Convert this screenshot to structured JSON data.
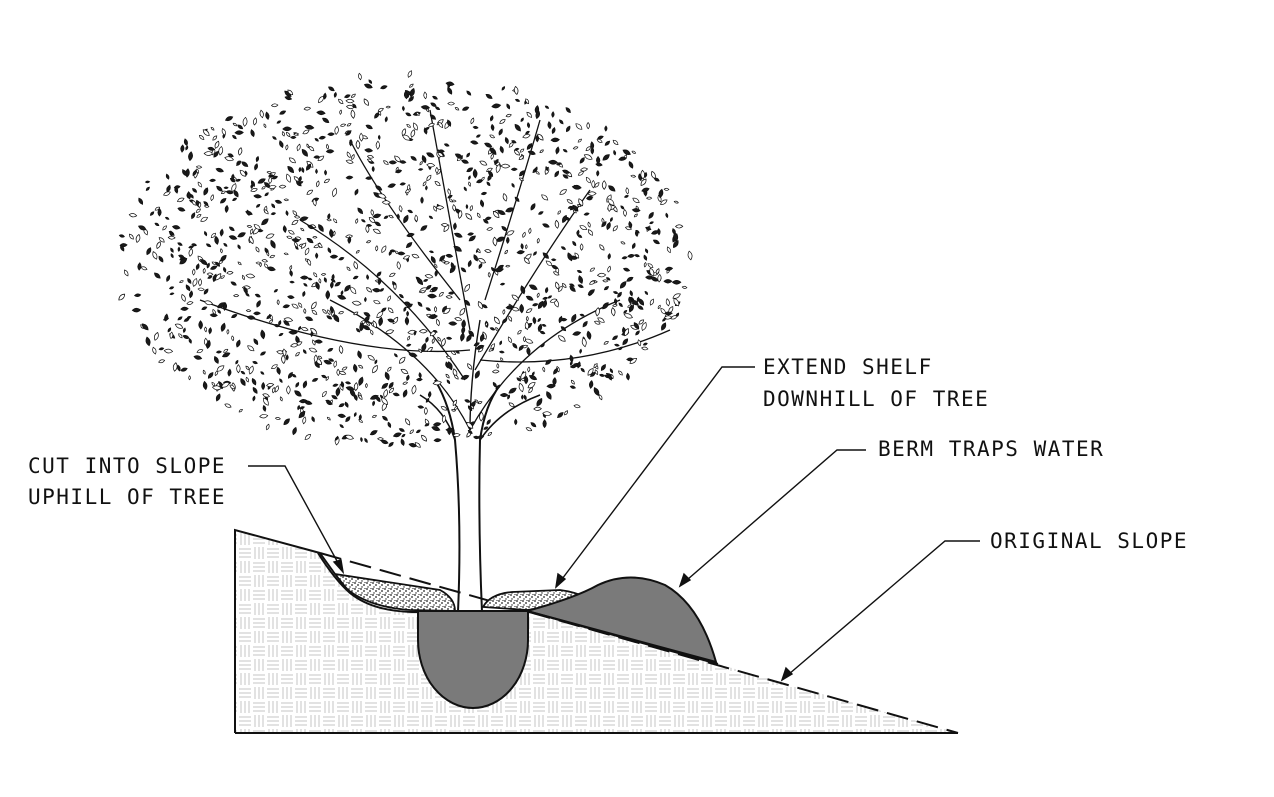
{
  "labels": {
    "cut_line1": "CUT INTO SLOPE",
    "cut_line2": "UPHILL OF TREE",
    "shelf_line1": "EXTEND SHELF",
    "shelf_line2": "DOWNHILL OF TREE",
    "berm": "BERM TRAPS WATER",
    "slope": "ORIGINAL SLOPE"
  },
  "colors": {
    "ink": "#111111",
    "fill_dark": "#7a7a7a",
    "mulch": "#cfcfcf",
    "soil_pattern": "#bdbdbd"
  }
}
